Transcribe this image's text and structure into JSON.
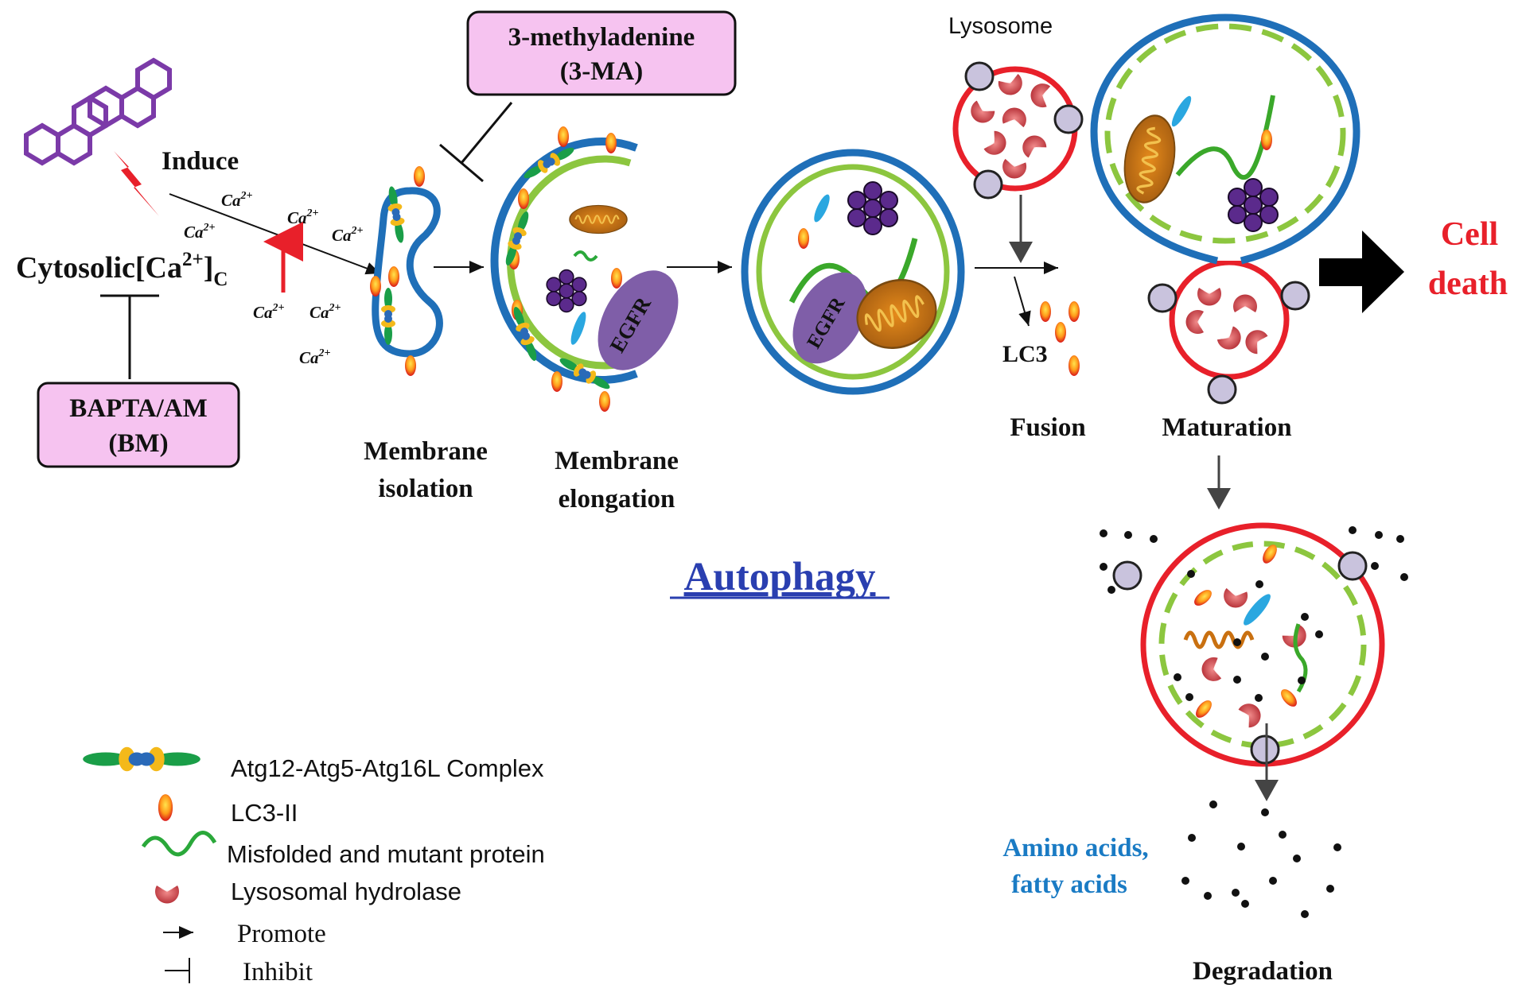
{
  "labels": {
    "induce": "Induce",
    "cytosolic": "Cytosolic[Ca",
    "cytosolic_sup": "2+",
    "cytosolic_end": "]",
    "cytosolic_sub": "C",
    "ca_ion": "Ca",
    "ca_sup": "2+",
    "bapta_line1": "BAPTA/AM",
    "bapta_line2": "(BM)",
    "ma_line1": "3-methyladenine",
    "ma_line2": "(3-MA)",
    "membrane_isolation_1": "Membrane",
    "membrane_isolation_2": "isolation",
    "membrane_elongation_1": "Membrane",
    "membrane_elongation_2": "elongation",
    "egfr": "EGFR",
    "lysosome": "Lysosome",
    "lc3": "LC3",
    "fusion": "Fusion",
    "maturation": "Maturation",
    "cell_death_1": "Cell",
    "cell_death_2": "death",
    "autophagy": "Autophagy",
    "amino_1": "Amino acids,",
    "amino_2": "fatty acids",
    "degradation": "Degradation"
  },
  "legend": {
    "items": [
      {
        "icon": "atg-complex-icon",
        "label": "Atg12-Atg5-Atg16L Complex"
      },
      {
        "icon": "lc3-ii-icon",
        "label": "LC3-II"
      },
      {
        "icon": "misfolded-protein-icon",
        "label": "Misfolded and mutant protein"
      },
      {
        "icon": "lysosomal-hydrolase-icon",
        "label": "Lysosomal hydrolase"
      },
      {
        "icon": "promote-arrow-icon",
        "label": "Promote"
      },
      {
        "icon": "inhibit-bar-icon",
        "label": "Inhibit"
      }
    ]
  },
  "colors": {
    "autophagosome_outer": "#1f6fb8",
    "autophagosome_inner": "#8cc63f",
    "lysosome": "#e8202a",
    "inhibitor_box": "#f6c3f0",
    "cell_death": "#e8202a",
    "autophagy_title": "#2a3fb0",
    "amino_text": "#1a7bc4",
    "egfr": "#7f5ea8",
    "aggregate": "#5b2a8c",
    "molecule": "#7b3aa8"
  }
}
